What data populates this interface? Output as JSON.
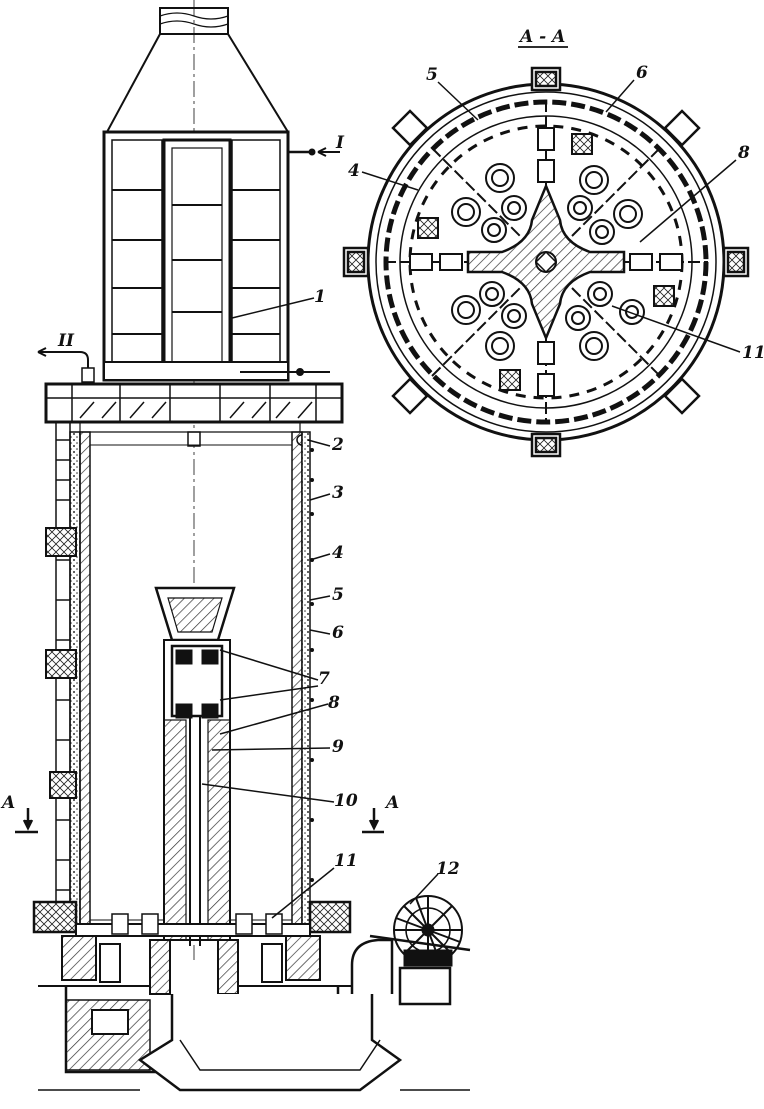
{
  "section_title": "A - A",
  "section_marker": "A",
  "callouts": {
    "n1": "1",
    "n2": "2",
    "n3": "3",
    "n4": "4",
    "n5": "5",
    "n6": "6",
    "n7": "7",
    "n8": "8",
    "n9": "9",
    "n10": "10",
    "n11": "11",
    "n12": "12"
  },
  "flows": {
    "inlet": "I",
    "outlet": "II"
  },
  "colors": {
    "ink": "#111111",
    "hatch": "#555555",
    "paper": "#ffffff"
  }
}
